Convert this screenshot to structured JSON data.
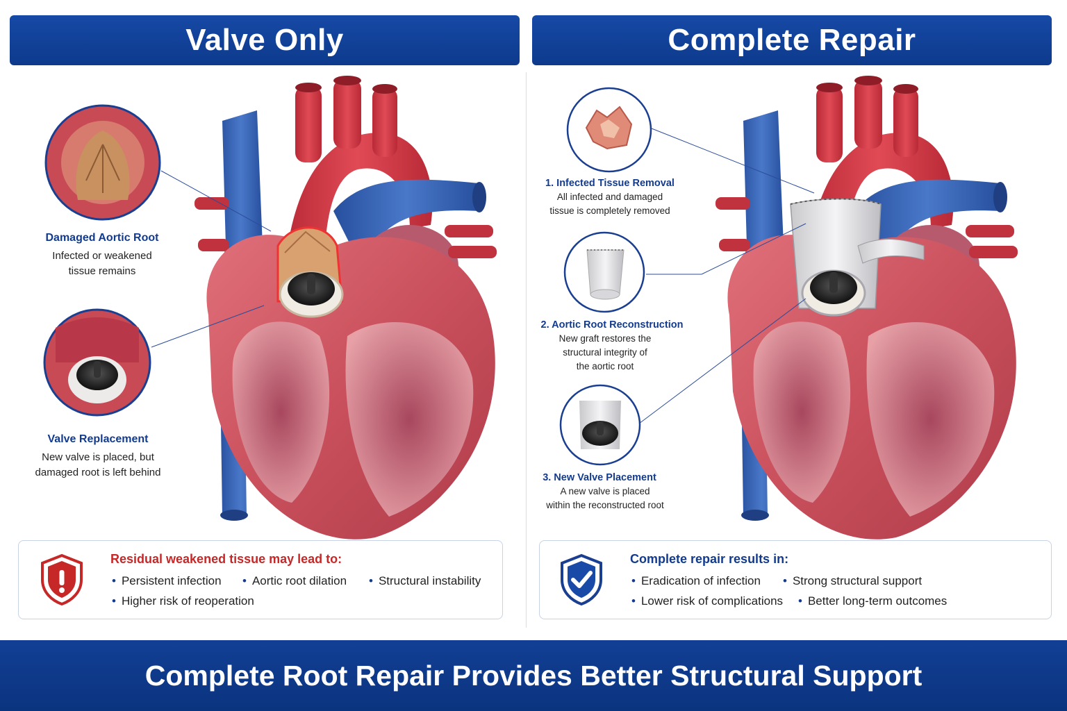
{
  "left_panel": {
    "header": "Valve Only",
    "callouts": [
      {
        "title": "Damaged Aortic Root",
        "desc": [
          "Infected or weakened",
          "tissue remains"
        ]
      },
      {
        "title": "Valve Replacement",
        "desc": [
          "New valve is placed, but",
          "damaged root is left behind"
        ]
      }
    ],
    "box": {
      "title": "Residual weakened tissue may lead to:",
      "bullets": [
        "Persistent infection",
        "Aortic root dilation",
        "Structural instability",
        "Higher risk of reoperation"
      ]
    }
  },
  "right_panel": {
    "header": "Complete Repair",
    "steps": [
      {
        "title": "1. Infected Tissue Removal",
        "desc": [
          "All infected and damaged",
          "tissue is completely removed"
        ]
      },
      {
        "title": "2. Aortic Root Reconstruction",
        "desc": [
          "New graft restores the",
          "structural integrity of",
          "the aortic root"
        ]
      },
      {
        "title": "3. New Valve Placement",
        "desc": [
          "A new valve is placed",
          "within the reconstructed root"
        ]
      }
    ],
    "box": {
      "title": "Complete repair results in:",
      "bullets": [
        "Eradication of infection",
        "Strong structural support",
        "Lower risk of complications",
        "Better long-term outcomes"
      ]
    }
  },
  "footer": "Complete Root Repair Provides Better Structural Support",
  "icons": {
    "warning": "warning-shield-icon",
    "check": "check-shield-icon"
  },
  "colors": {
    "primary_blue": "#0d3a8c",
    "warning_red": "#c62828",
    "artery_red": "#d33a45",
    "vein_blue": "#3763b5"
  }
}
